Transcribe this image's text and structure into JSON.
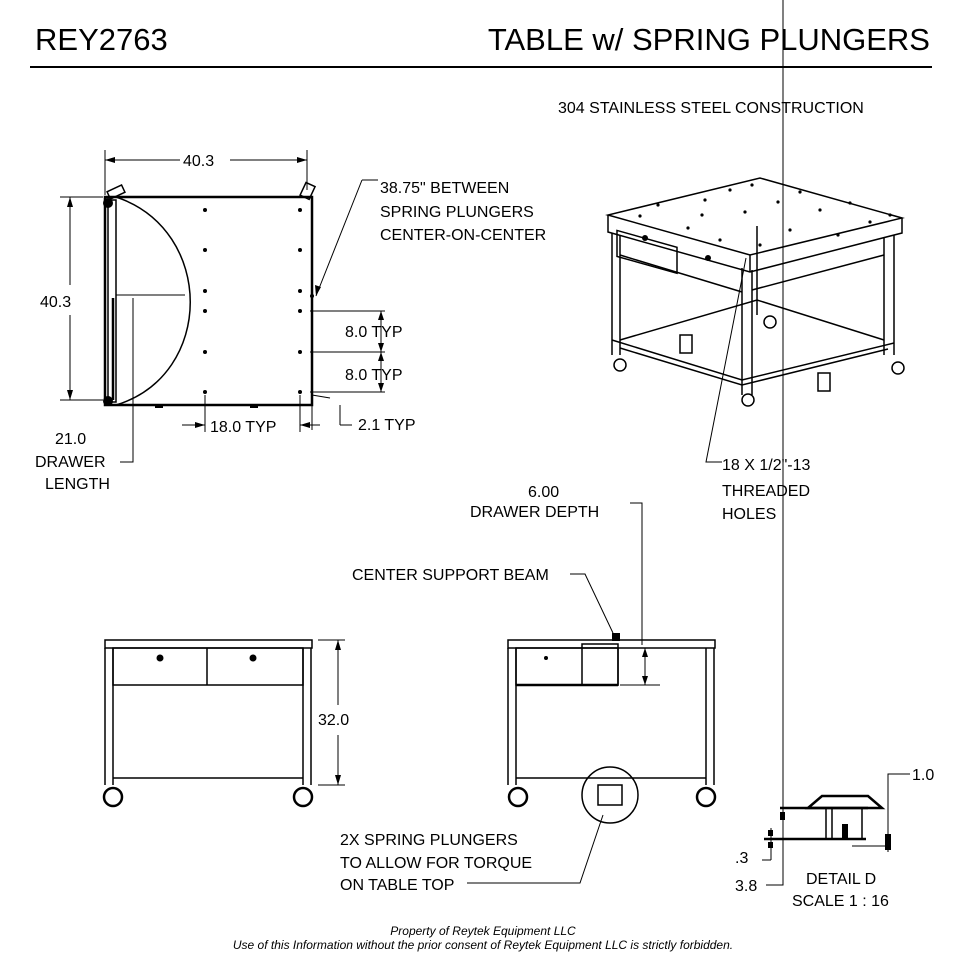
{
  "header": {
    "part_number": "REY2763",
    "title": "TABLE w/ SPRING PLUNGERS"
  },
  "notes": {
    "material": "304 STAINLESS STEEL CONSTRUCTION"
  },
  "top_view": {
    "width_dim": "40.3",
    "depth_dim": "40.3",
    "plunger_note": [
      "38.75\" BETWEEN",
      "SPRING PLUNGERS",
      "CENTER-ON-CENTER"
    ],
    "spacing_1": "8.0 TYP",
    "spacing_2": "8.0 TYP",
    "hole_spacing": "18.0 TYP",
    "edge_offset": "2.1 TYP",
    "drawer_length": [
      "21.0",
      "DRAWER",
      "LENGTH"
    ]
  },
  "iso_view": {
    "holes_note": [
      "18 X 1/2\"-13",
      "THREADED",
      "HOLES"
    ]
  },
  "front_view": {
    "height_dim": "32.0"
  },
  "side_view": {
    "drawer_depth": [
      "6.00",
      "DRAWER DEPTH"
    ],
    "beam_note": "CENTER SUPPORT BEAM",
    "plunger_note": [
      "2X SPRING PLUNGERS",
      "TO ALLOW FOR TORQUE",
      "ON TABLE TOP"
    ]
  },
  "detail": {
    "dim_top": "1.0",
    "dim_small": ".3",
    "dim_total": "3.8",
    "title": "DETAIL D",
    "scale": "SCALE 1 : 16"
  },
  "footer": {
    "line1": "Property of Reytek Equipment LLC",
    "line2": "Use of this Information without the prior consent of Reytek Equipment LLC is strictly forbidden."
  }
}
